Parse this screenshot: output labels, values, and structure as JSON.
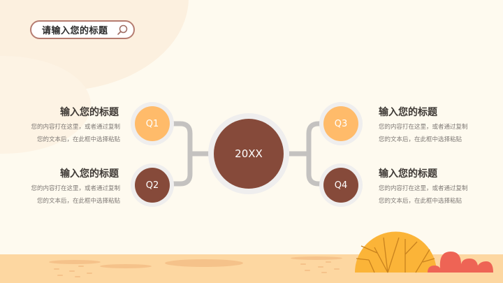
{
  "search": {
    "text": "请输入您的标题",
    "icon": "search-icon"
  },
  "center": {
    "label": "20XX",
    "color": "#864A3A"
  },
  "nodes": [
    {
      "id": "Q1",
      "label": "Q1",
      "color": "#FFBB6A"
    },
    {
      "id": "Q2",
      "label": "Q2",
      "color": "#864A3A"
    },
    {
      "id": "Q3",
      "label": "Q3",
      "color": "#FFBB6A"
    },
    {
      "id": "Q4",
      "label": "Q4",
      "color": "#864A3A"
    }
  ],
  "blocks": [
    {
      "title": "输入您的标题",
      "line1": "您的内容打在这里，或者通过复制",
      "line2": "您的文本后，在此框中选择粘贴"
    },
    {
      "title": "输入您的标题",
      "line1": "您的内容打在这里，或者通过复制",
      "line2": "您的文本后，在此框中选择粘贴"
    },
    {
      "title": "输入您的标题",
      "line1": "您的内容打在这里，或者通过复制",
      "line2": "您的文本后，在此框中选择粘贴"
    },
    {
      "title": "输入您的标题",
      "line1": "您的内容打在这里，或者通过复制",
      "line2": "您的文本后，在此框中选择粘贴"
    }
  ],
  "colors": {
    "background": "#FEFAEF",
    "ground": "#FDD7A1",
    "connector": "#C4C2C0",
    "ring": "#EFEEEE",
    "bush": "#FBB438",
    "shrub": "#EE6455",
    "search_border": "#B57C70"
  }
}
